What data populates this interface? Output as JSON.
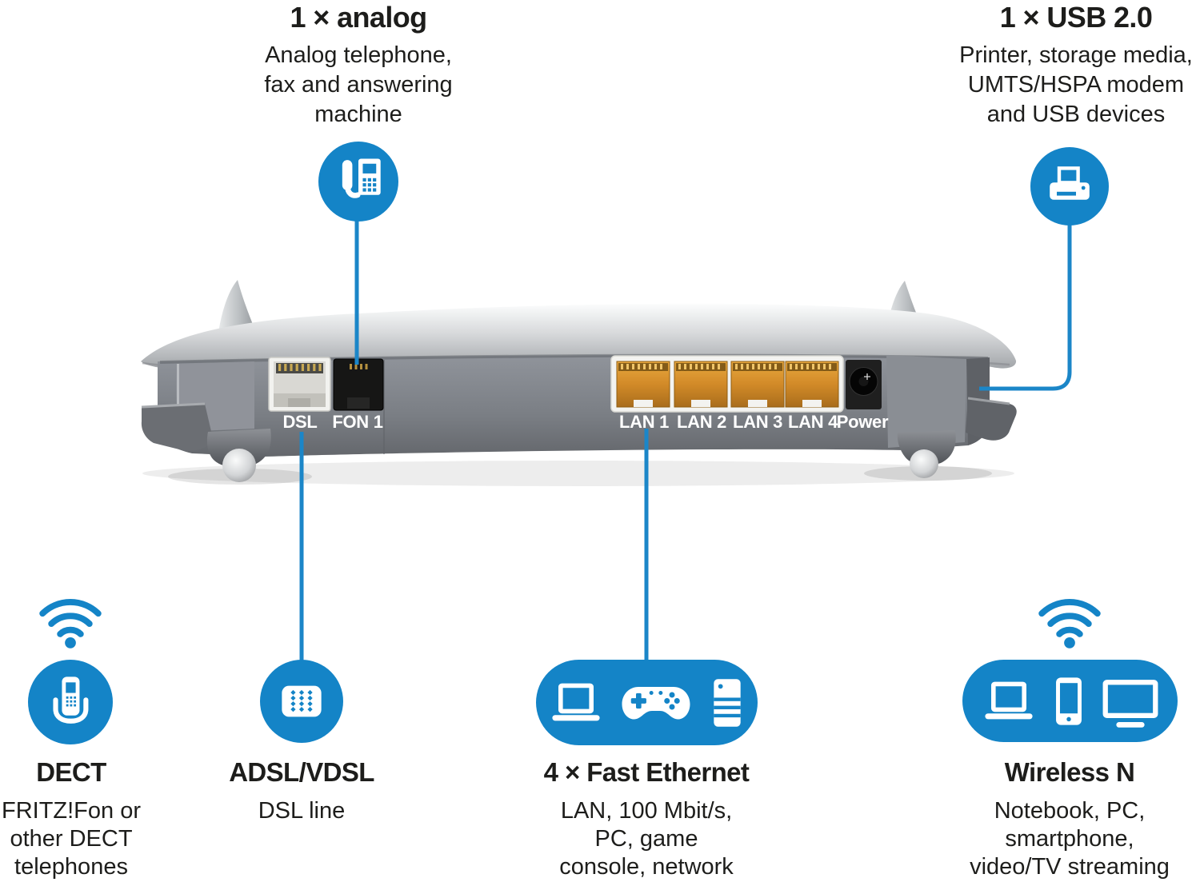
{
  "colors": {
    "accent_blue": "#1484C7",
    "connector_blue": "#1B86C8",
    "text": "#1D1D1B",
    "router_red": "#D2251D",
    "lan_port_orange": "#D8912F",
    "port_label_white": "#FFFFFF"
  },
  "callouts": {
    "analog": {
      "title": "1 × analog",
      "description": "Analog telephone,\nfax and answering\nmachine",
      "icon": "desk-phone-icon"
    },
    "usb": {
      "title": "1 × USB 2.0",
      "description": "Printer, storage media,\nUMTS/HSPA modem\nand USB devices",
      "icon": "printer-icon"
    },
    "dect": {
      "title": "DECT",
      "description": "FRITZ!Fon or\nother DECT\ntelephones",
      "icons": [
        "wifi-waves-icon",
        "cordless-phone-icon"
      ]
    },
    "adsl": {
      "title": "ADSL/VDSL",
      "description": "DSL line",
      "icon": "dsl-socket-icon"
    },
    "ethernet": {
      "title": "4 × Fast Ethernet",
      "description": "LAN, 100 Mbit/s,\nPC, game\nconsole, network",
      "icons": [
        "laptop-icon",
        "gamepad-icon",
        "server-tower-icon"
      ]
    },
    "wireless": {
      "title": "Wireless N",
      "description": "Notebook, PC,\nsmartphone,\nvideo/TV streaming",
      "icons": [
        "wifi-waves-icon",
        "laptop-icon",
        "smartphone-icon",
        "tv-icon"
      ]
    }
  },
  "router": {
    "port_labels": {
      "dsl": "DSL",
      "fon1": "FON 1",
      "lan1": "LAN 1",
      "lan2": "LAN 2",
      "lan3": "LAN 3",
      "lan4": "LAN 4",
      "power": "Power"
    }
  }
}
